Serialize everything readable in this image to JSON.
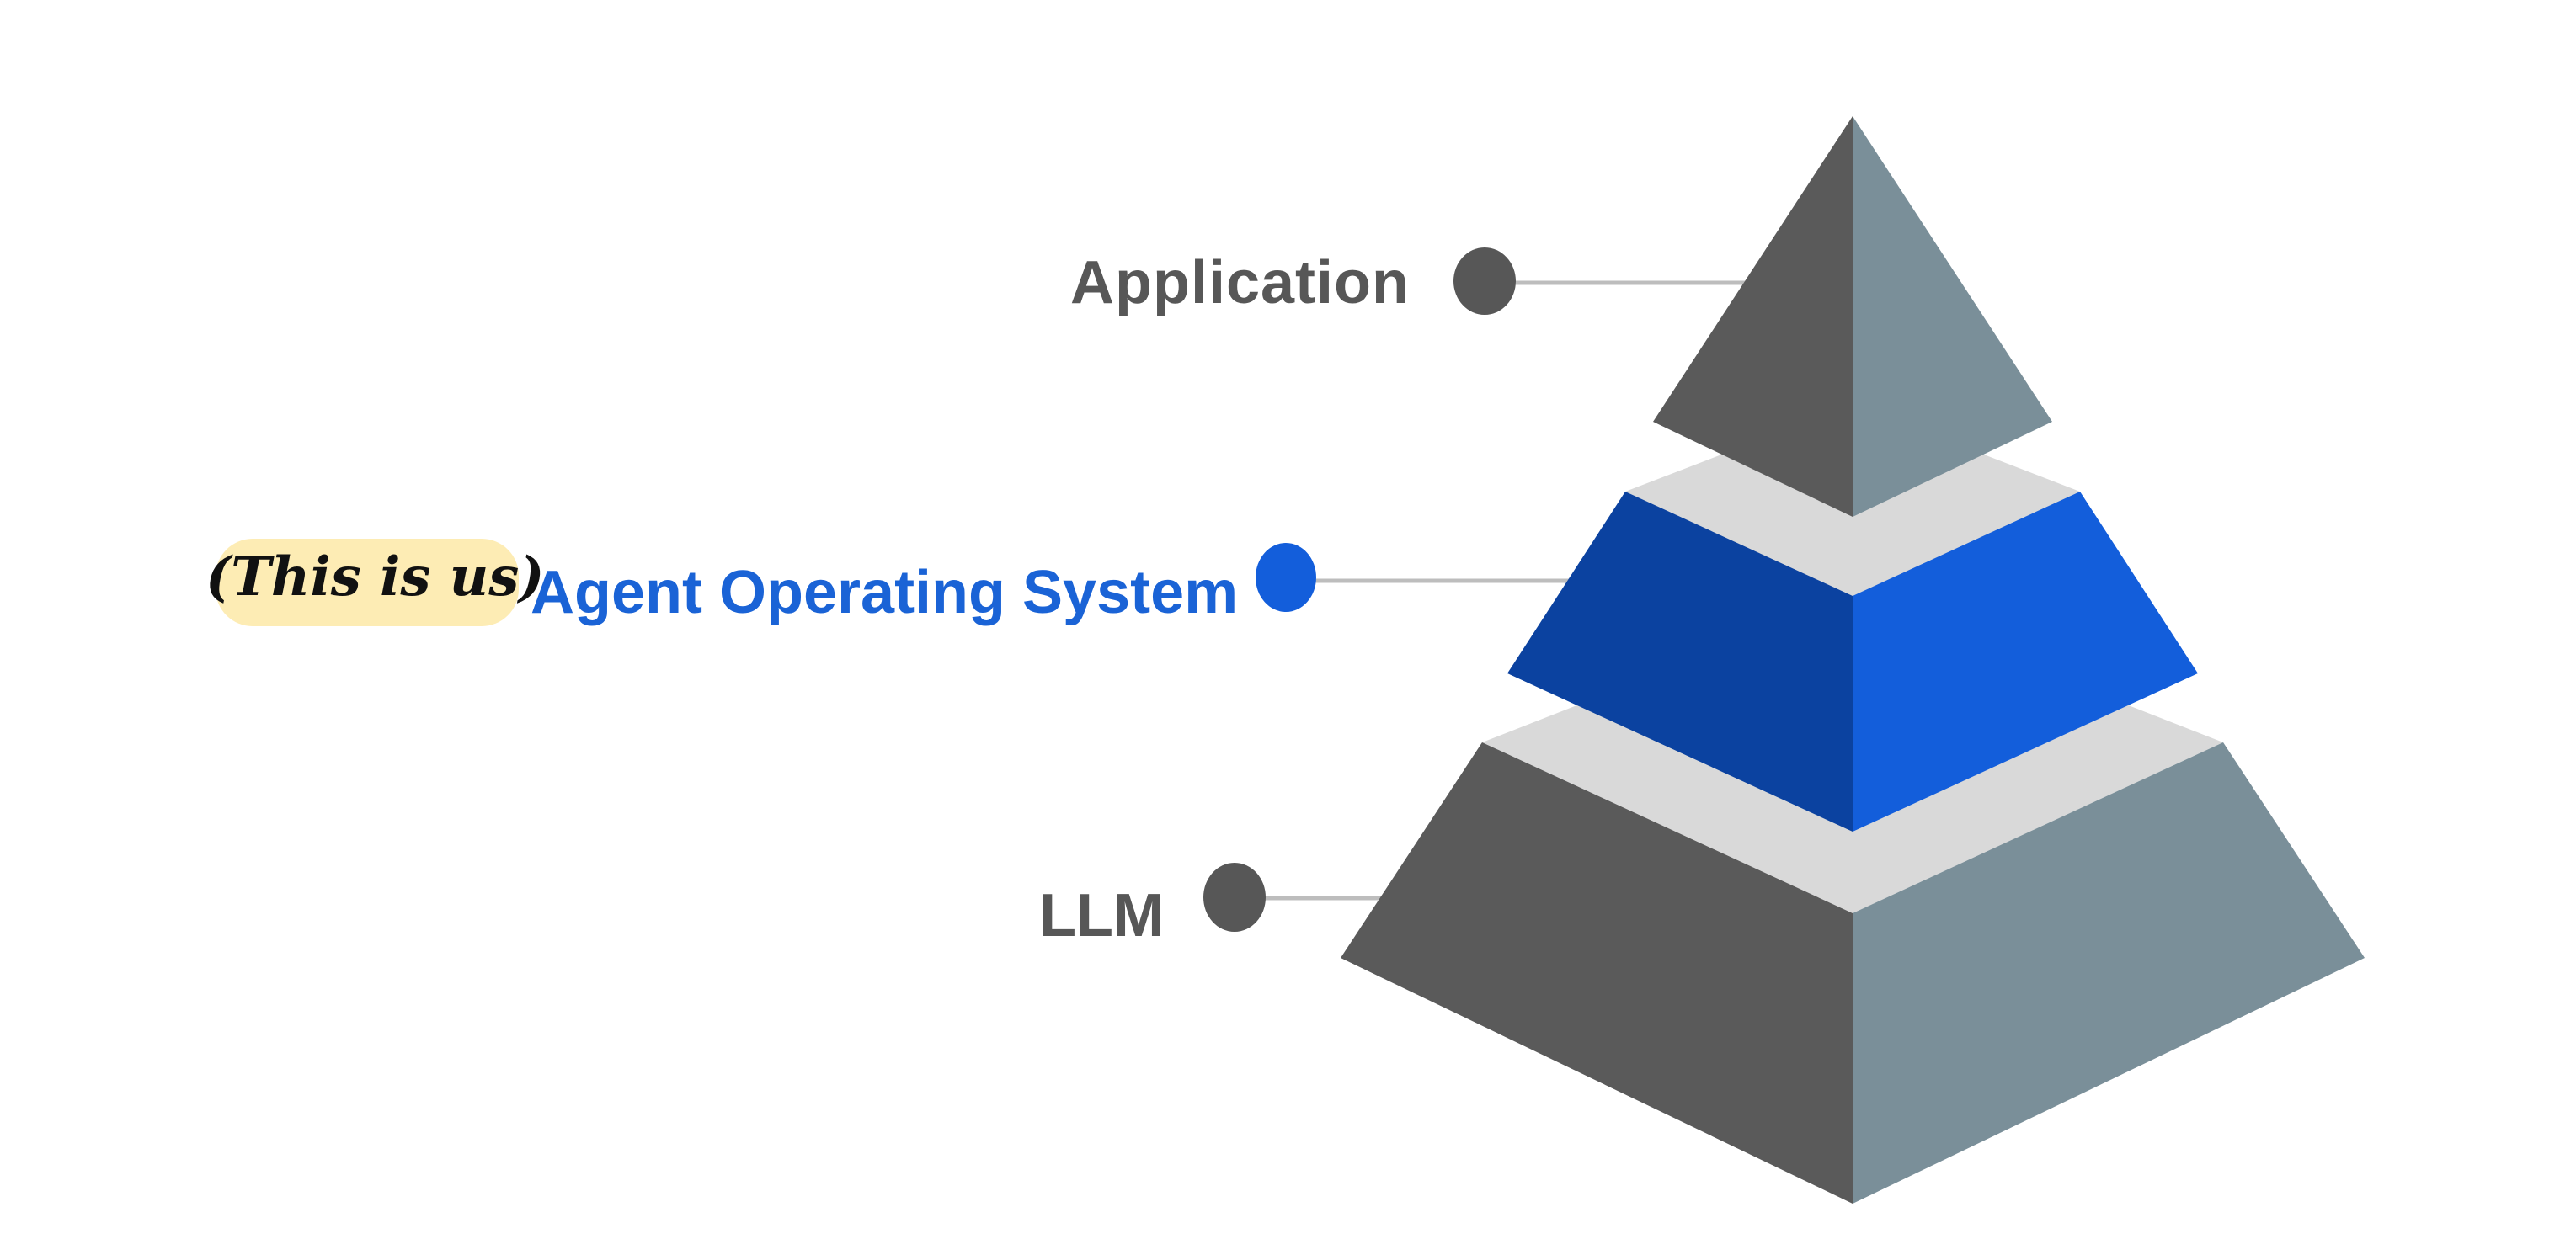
{
  "diagram": {
    "layers": [
      {
        "name": "Application",
        "fill_left": "#5a5a5a",
        "fill_right": "#7a8f99",
        "dot_color": "#575757",
        "label_color": "#575757"
      },
      {
        "name": "Agent Operating System",
        "fill_left": "#0b42a0",
        "fill_right": "#135edb",
        "dot_color": "#135edb",
        "label_color": "#1a63d6"
      },
      {
        "name": "LLM",
        "fill_left": "#5a5a5a",
        "fill_right": "#7a8f99",
        "dot_color": "#575757",
        "label_color": "#575757"
      }
    ],
    "annotation": {
      "text": "(This is us)",
      "highlight_color": "#fdecb4"
    },
    "separator_color": "#d9d9d9",
    "connector_color": "#bdbdbd"
  }
}
